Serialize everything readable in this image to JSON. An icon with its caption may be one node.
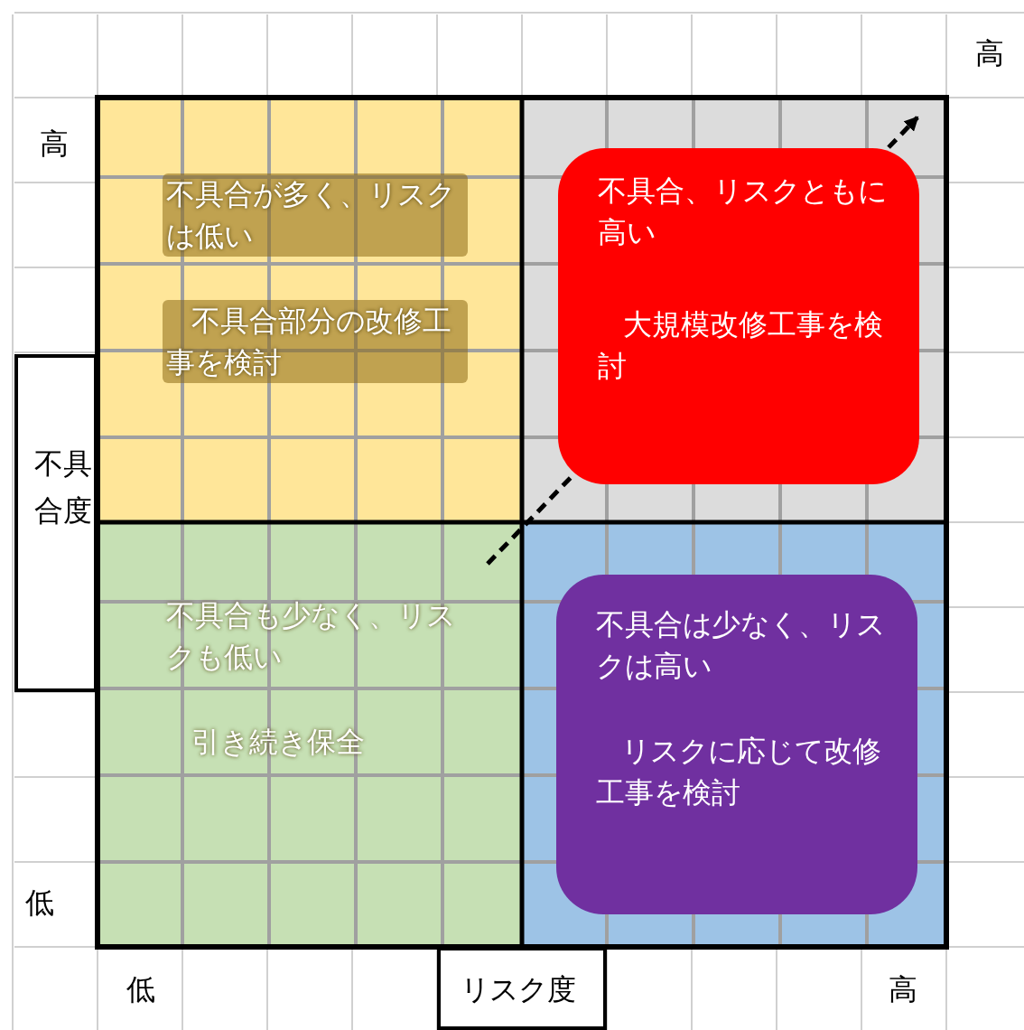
{
  "diagram": {
    "nodes": [
      {
        "text": [
          "不具合が多く、リスクは低い",
          "不具合部分の改修工事を検討"
        ]
      },
      {
        "text": [],
        "shape": "box"
      },
      {
        "text": [
          "不具合、リスクともに高い",
          "大規模改修工事を検討"
        ],
        "in": 1
      },
      {
        "text": [
          "不具合も少なく、リスクも低い",
          "引き続き保全"
        ]
      },
      {
        "text": [],
        "shape": "box"
      },
      {
        "text": [
          "不具合は少なく、リスクは高い",
          "リスクに応じて改修工事を検討"
        ],
        "in": 4
      },
      {
        "text": [
          "不具合度"
        ]
      },
      {
        "text": [
          "リスク度"
        ]
      }
    ],
    "edges": [
      {
        "from": 3,
        "to": 2,
        "arrow": "to",
        "style": "dashed"
      }
    ],
    "labels": [
      "高",
      "高",
      "低",
      "低",
      "高"
    ]
  }
}
